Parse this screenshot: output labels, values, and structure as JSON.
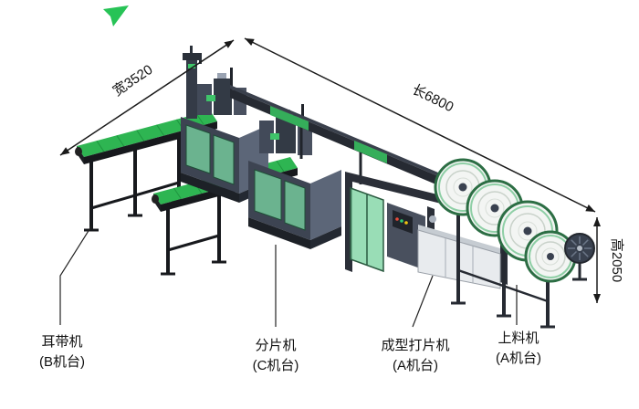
{
  "diagram": {
    "background": "#ffffff",
    "dimension_labels": {
      "width": "宽3520",
      "length": "长6800",
      "height": "高2050"
    },
    "machine_labels": [
      {
        "name": "耳带机",
        "station": "(B机台)"
      },
      {
        "name": "分片机",
        "station": "(C机台)"
      },
      {
        "name": "成型打片机",
        "station": "(A机台)"
      },
      {
        "name": "上料机",
        "station": "(A机台)"
      }
    ],
    "colors": {
      "belt_green": "#2eb552",
      "guard_green": "#7fd4a4",
      "accent_green": "#3fc46a",
      "machine_body": "#3d4452",
      "frame_dark": "#17191d",
      "panel_white": "#e8ebee",
      "dimension_line": "#1a1a1a"
    }
  }
}
